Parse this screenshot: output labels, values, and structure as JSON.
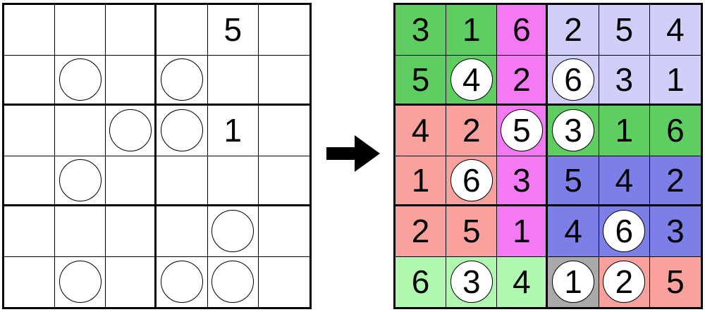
{
  "puzzle": {
    "givens": [
      [
        "",
        "",
        "",
        "",
        "5",
        ""
      ],
      [
        "",
        "",
        "",
        "",
        "",
        ""
      ],
      [
        "",
        "",
        "",
        "",
        "1",
        ""
      ],
      [
        "",
        "",
        "",
        "",
        "",
        ""
      ],
      [
        "",
        "",
        "",
        "",
        "",
        ""
      ],
      [
        "",
        "",
        "",
        "",
        "",
        ""
      ]
    ],
    "circles": [
      [
        0,
        0,
        0,
        0,
        0,
        0
      ],
      [
        0,
        1,
        0,
        1,
        0,
        0
      ],
      [
        0,
        0,
        1,
        1,
        0,
        0
      ],
      [
        0,
        1,
        0,
        0,
        0,
        0
      ],
      [
        0,
        0,
        0,
        0,
        1,
        0
      ],
      [
        0,
        1,
        0,
        1,
        1,
        0
      ]
    ]
  },
  "arrow_icon": "right-arrow-icon",
  "solution": {
    "digits": [
      [
        "3",
        "1",
        "6",
        "2",
        "5",
        "4"
      ],
      [
        "5",
        "4",
        "2",
        "6",
        "3",
        "1"
      ],
      [
        "4",
        "2",
        "5",
        "3",
        "1",
        "6"
      ],
      [
        "1",
        "6",
        "3",
        "5",
        "4",
        "2"
      ],
      [
        "2",
        "5",
        "1",
        "4",
        "6",
        "3"
      ],
      [
        "6",
        "3",
        "4",
        "1",
        "2",
        "5"
      ]
    ],
    "colors": [
      [
        "#5ece63",
        "#5ece63",
        "#f47af4",
        "#cfcff9",
        "#cfcff9",
        "#cfcff9"
      ],
      [
        "#5ece63",
        "#5ece63",
        "#f47af4",
        "#cfcff9",
        "#cfcff9",
        "#cfcff9"
      ],
      [
        "#f8a19d",
        "#f8a19d",
        "#f47af4",
        "#5ece63",
        "#5ece63",
        "#5ece63"
      ],
      [
        "#f8a19d",
        "#f8a19d",
        "#f47af4",
        "#7d7fe8",
        "#7d7fe8",
        "#7d7fe8"
      ],
      [
        "#f8a19d",
        "#f8a19d",
        "#f47af4",
        "#7d7fe8",
        "#7d7fe8",
        "#7d7fe8"
      ],
      [
        "#b0f7b0",
        "#b0f7b0",
        "#b0f7b0",
        "#a9a9a9",
        "#f8a19d",
        "#f8a19d"
      ]
    ],
    "circles": [
      [
        0,
        0,
        0,
        0,
        0,
        0
      ],
      [
        0,
        1,
        0,
        1,
        0,
        0
      ],
      [
        0,
        0,
        1,
        1,
        0,
        0
      ],
      [
        0,
        1,
        0,
        0,
        0,
        0
      ],
      [
        0,
        0,
        0,
        0,
        1,
        0
      ],
      [
        0,
        1,
        0,
        1,
        1,
        0
      ]
    ]
  }
}
